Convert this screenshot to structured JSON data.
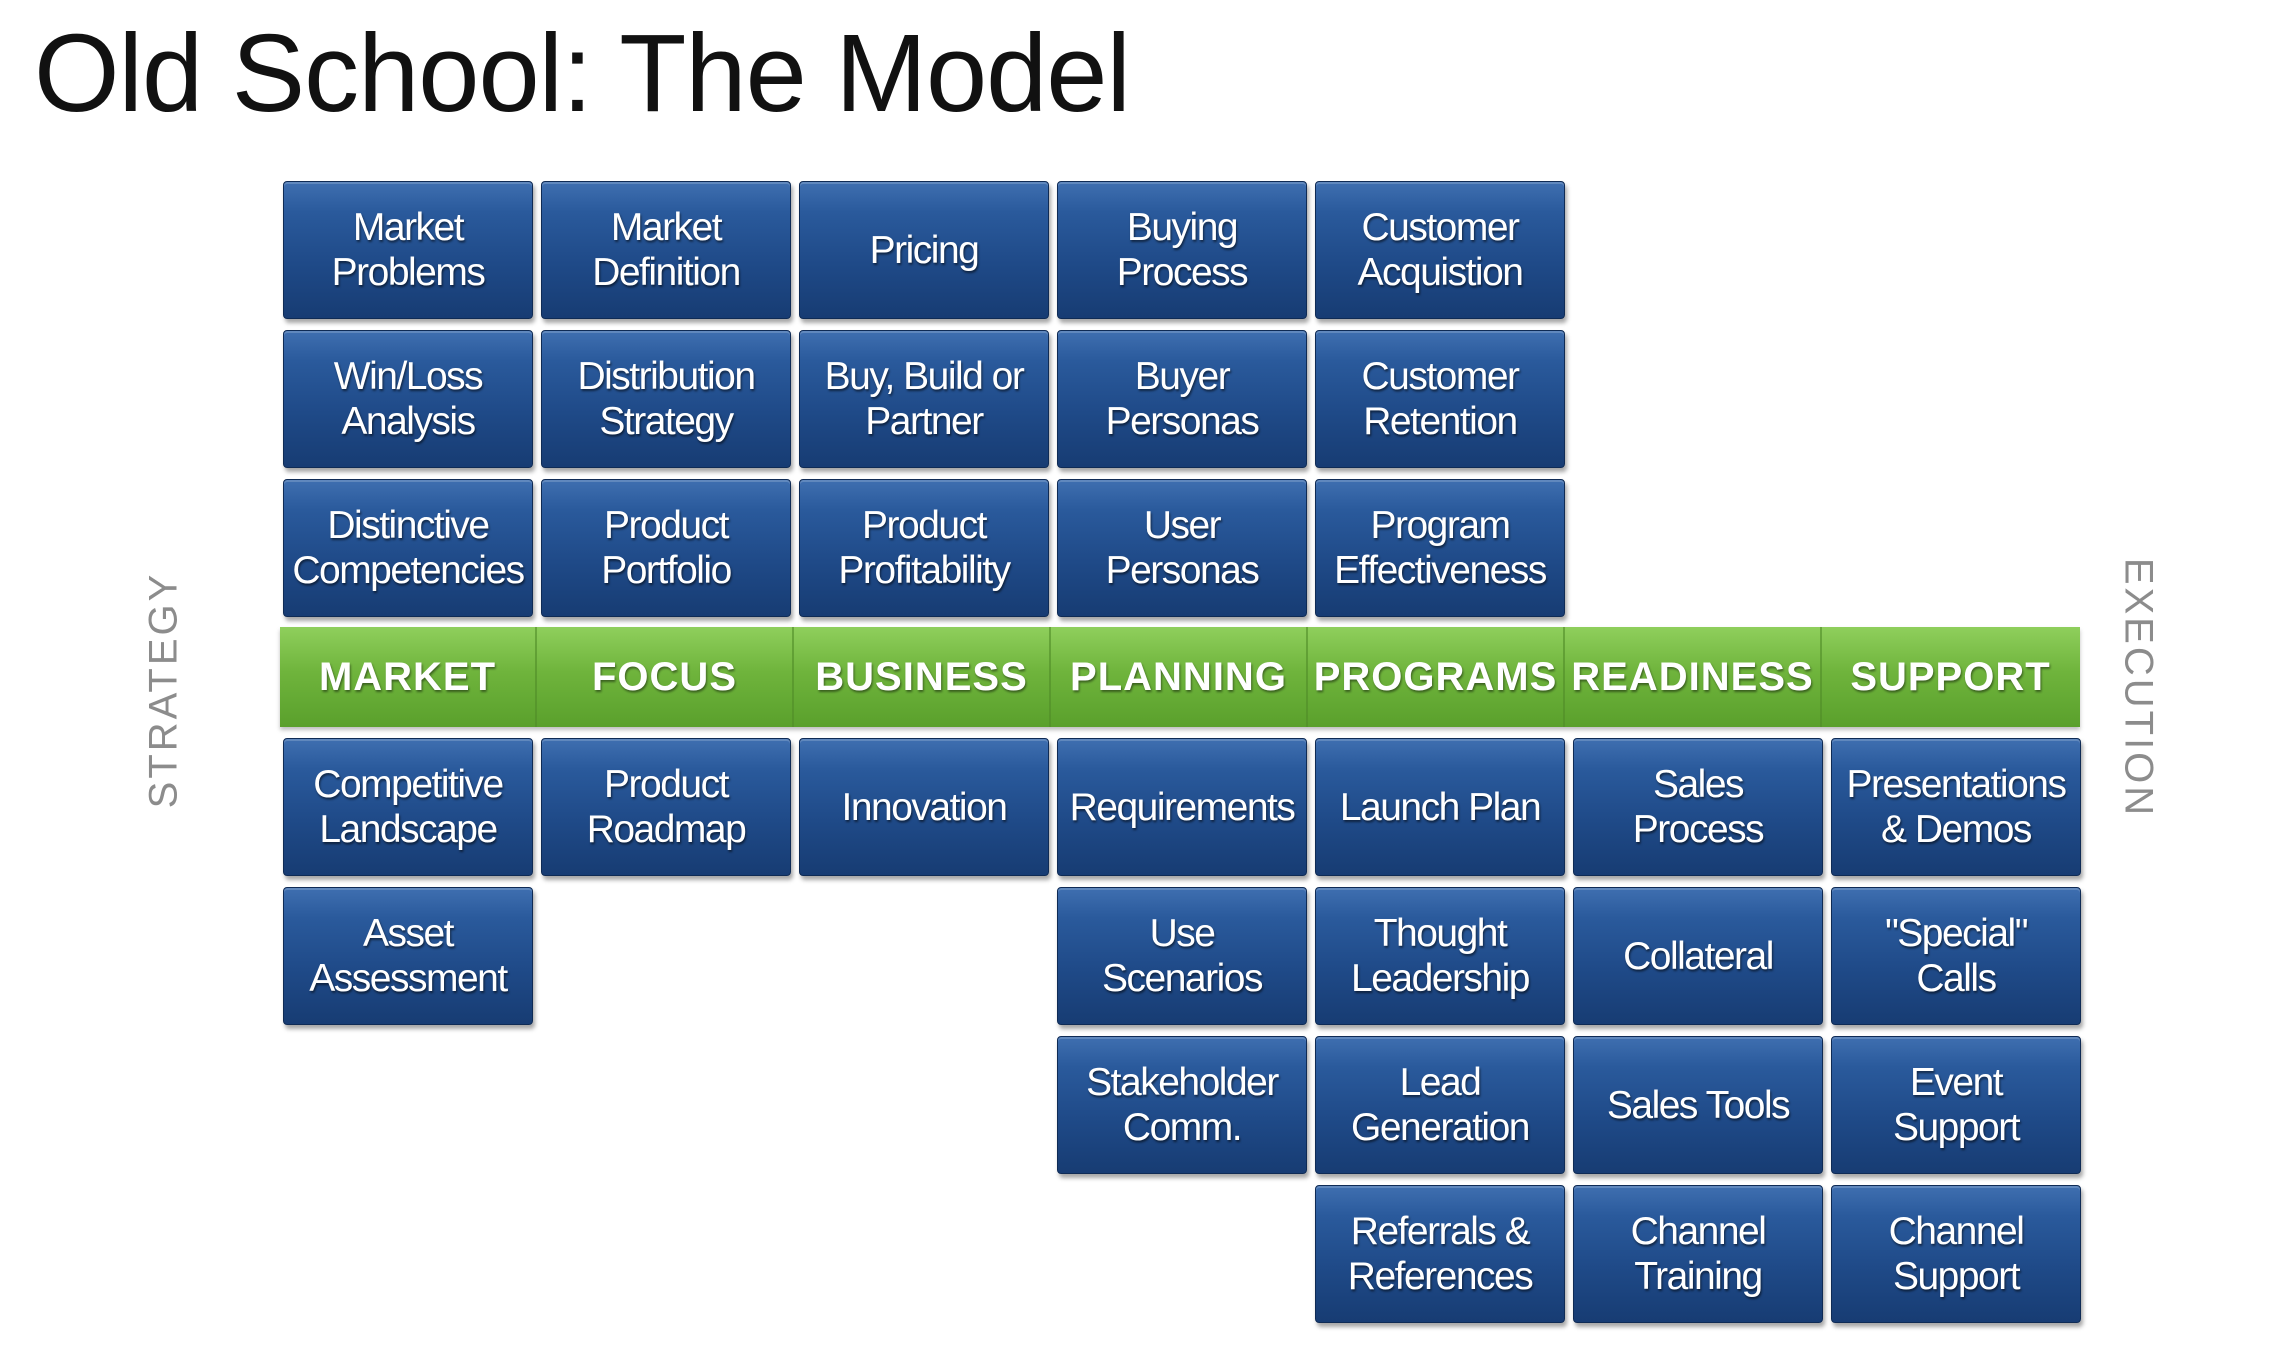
{
  "title": "Old School: The Model",
  "side_labels": {
    "left": "STRATEGY",
    "right": "EXECUTION"
  },
  "categories": [
    "MARKET",
    "FOCUS",
    "BUSINESS",
    "PLANNING",
    "PROGRAMS",
    "READINESS",
    "SUPPORT"
  ],
  "strategy_rows": [
    [
      "Market\nProblems",
      "Market\nDefinition",
      "Pricing",
      "Buying\nProcess",
      "Customer\nAcquistion"
    ],
    [
      "Win/Loss\nAnalysis",
      "Distribution\nStrategy",
      "Buy, Build or\nPartner",
      "Buyer\nPersonas",
      "Customer\nRetention"
    ],
    [
      "Distinctive\nCompetencies",
      "Product\nPortfolio",
      "Product\nProfitability",
      "User\nPersonas",
      "Program\nEffectiveness"
    ]
  ],
  "execution_rows": [
    [
      "Competitive\nLandscape",
      "Product\nRoadmap",
      "Innovation",
      "Requirements",
      "Launch Plan",
      "Sales\nProcess",
      "Presentations\n& Demos"
    ],
    [
      "Asset\nAssessment",
      null,
      null,
      "Use\nScenarios",
      "Thought\nLeadership",
      "Collateral",
      "\"Special\"\nCalls"
    ],
    [
      null,
      null,
      null,
      "Stakeholder\nComm.",
      "Lead\nGeneration",
      "Sales Tools",
      "Event\nSupport"
    ],
    [
      null,
      null,
      null,
      null,
      "Referrals &\nReferences",
      "Channel\nTraining",
      "Channel\nSupport"
    ]
  ]
}
